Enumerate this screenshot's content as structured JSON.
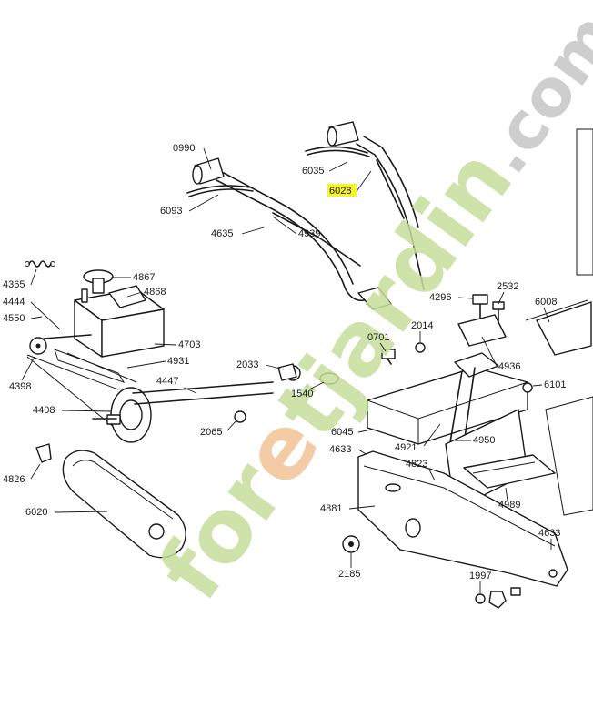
{
  "watermark": {
    "parts": [
      {
        "text": "for",
        "color": "#c7dd9b"
      },
      {
        "text": "e",
        "color": "#f2c295"
      },
      {
        "text": "tjardin",
        "color": "#c7dd9b"
      },
      {
        "text": ".com",
        "color": "#c6c6c6"
      }
    ]
  },
  "highlight_color": "#f5f52a",
  "callouts": [
    {
      "id": "0990",
      "text": "0990"
    },
    {
      "id": "6035",
      "text": "6035"
    },
    {
      "id": "6028",
      "text": "6028",
      "highlighted": true
    },
    {
      "id": "6093",
      "text": "6093"
    },
    {
      "id": "4635",
      "text": "4635"
    },
    {
      "id": "4939",
      "text": "4939"
    },
    {
      "id": "4365",
      "text": "4365"
    },
    {
      "id": "4867",
      "text": "4867"
    },
    {
      "id": "4868",
      "text": "4868"
    },
    {
      "id": "4444",
      "text": "4444"
    },
    {
      "id": "4550",
      "text": "4550"
    },
    {
      "id": "4703",
      "text": "4703"
    },
    {
      "id": "4398",
      "text": "4398"
    },
    {
      "id": "4931",
      "text": "4931"
    },
    {
      "id": "4296",
      "text": "4296"
    },
    {
      "id": "2532",
      "text": "2532"
    },
    {
      "id": "6008",
      "text": "6008"
    },
    {
      "id": "0701",
      "text": "0701"
    },
    {
      "id": "2014",
      "text": "2014"
    },
    {
      "id": "4936",
      "text": "4936"
    },
    {
      "id": "2033",
      "text": "2033"
    },
    {
      "id": "1540",
      "text": "1540"
    },
    {
      "id": "4447",
      "text": "4447"
    },
    {
      "id": "4408",
      "text": "4408"
    },
    {
      "id": "6101",
      "text": "6101"
    },
    {
      "id": "2065",
      "text": "2065"
    },
    {
      "id": "6045",
      "text": "6045"
    },
    {
      "id": "4921",
      "text": "4921"
    },
    {
      "id": "4950",
      "text": "4950"
    },
    {
      "id": "4633a",
      "text": "4633"
    },
    {
      "id": "4823",
      "text": "4823"
    },
    {
      "id": "4826",
      "text": "4826"
    },
    {
      "id": "4989",
      "text": "4989"
    },
    {
      "id": "6020",
      "text": "6020"
    },
    {
      "id": "4881",
      "text": "4881"
    },
    {
      "id": "4633b",
      "text": "4633"
    },
    {
      "id": "2185",
      "text": "2185"
    },
    {
      "id": "1997",
      "text": "1997"
    }
  ]
}
